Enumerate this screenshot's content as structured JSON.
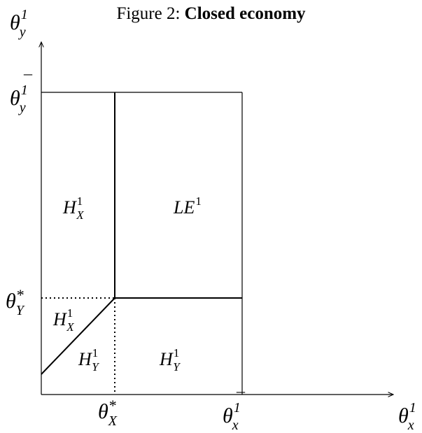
{
  "figure": {
    "title_prefix": "Figure 2:",
    "title_bold": "Closed economy"
  },
  "axes": {
    "y_axis_label": {
      "base": "θ",
      "sub": "y",
      "sup": "1"
    },
    "x_axis_label": {
      "base": "θ",
      "sub": "x",
      "sup": "1"
    }
  },
  "ticks": {
    "theta_y_bar": {
      "base": "θ",
      "bar": "¯",
      "sub": "y",
      "sup": "1"
    },
    "theta_Y_star": {
      "base": "θ",
      "sub": "Y",
      "sup": "*"
    },
    "theta_X_star": {
      "base": "θ",
      "sub": "X",
      "sup": "*"
    },
    "theta_x_bar": {
      "base": "θ",
      "bar": "¯",
      "sub": "x",
      "sup": "1"
    }
  },
  "regions": {
    "hx_upper": {
      "base": "H",
      "sub": "X",
      "sup": "1"
    },
    "le": {
      "base": "LE",
      "sup": "1"
    },
    "hx_lower": {
      "base": "H",
      "sub": "X",
      "sup": "1"
    },
    "hy_left": {
      "base": "H",
      "sub": "Y",
      "sup": "1"
    },
    "hy_right": {
      "base": "H",
      "sub": "Y",
      "sup": "1"
    }
  }
}
